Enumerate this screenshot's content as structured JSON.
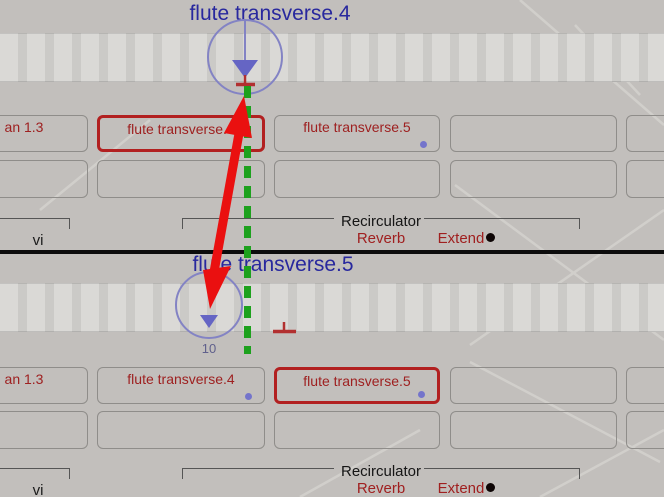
{
  "colors": {
    "selected_border": "#b22020",
    "slot_text": "#9e2020",
    "title_blue": "#28289e",
    "guide_green": "#1da11d",
    "arrow_red": "#ea1010",
    "marker_purple": "#6565c4",
    "background": "#c2bfbc"
  },
  "panels": [
    {
      "title": "flute transverse.4",
      "voice_label": "vi",
      "marker_label": "",
      "recirculator": {
        "label": "Recirculator",
        "reverb": "Reverb",
        "extend": "Extend"
      },
      "slots": [
        {
          "label": "an 1.3"
        },
        {
          "label": "flute transverse.4"
        },
        {
          "label": "flute transverse.5"
        },
        {
          "label": ""
        },
        {
          "label": ""
        }
      ]
    },
    {
      "title": "flute transverse.5",
      "voice_label": "vi",
      "marker_label": "10",
      "recirculator": {
        "label": "Recirculator",
        "reverb": "Reverb",
        "extend": "Extend"
      },
      "slots": [
        {
          "label": "an 1.3"
        },
        {
          "label": "flute transverse.4"
        },
        {
          "label": "flute transverse.5"
        },
        {
          "label": ""
        },
        {
          "label": ""
        }
      ]
    }
  ]
}
